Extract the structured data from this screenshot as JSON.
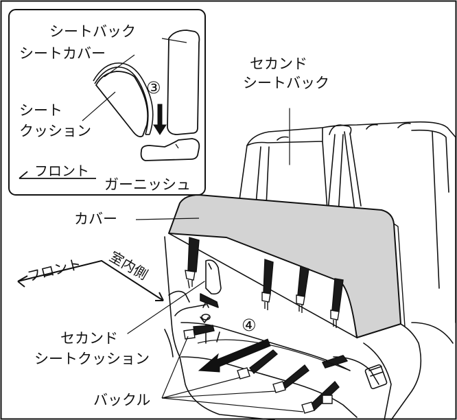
{
  "inset": {
    "label_seat_back": "シートバック",
    "label_seat_cover": "シートカバー",
    "label_seat_cushion_1": "シート",
    "label_seat_cushion_2": "クッション",
    "label_front": "フロント",
    "label_garnish": "ガーニッシュ",
    "step_3": "③"
  },
  "main": {
    "label_second_seatback_1": "セカンド",
    "label_second_seatback_2": "シートバック",
    "label_cover": "カバー",
    "label_front": "フロント",
    "label_interior_side": "室内側",
    "step_4": "④",
    "label_second_cushion_1": "セカンド",
    "label_second_cushion_2": "シートクッション",
    "label_buckle": "バックル"
  },
  "colors": {
    "line": "#111111",
    "cover_fill": "#d3d3d3",
    "strap": "#1a1a1a",
    "background": "#ffffff"
  }
}
